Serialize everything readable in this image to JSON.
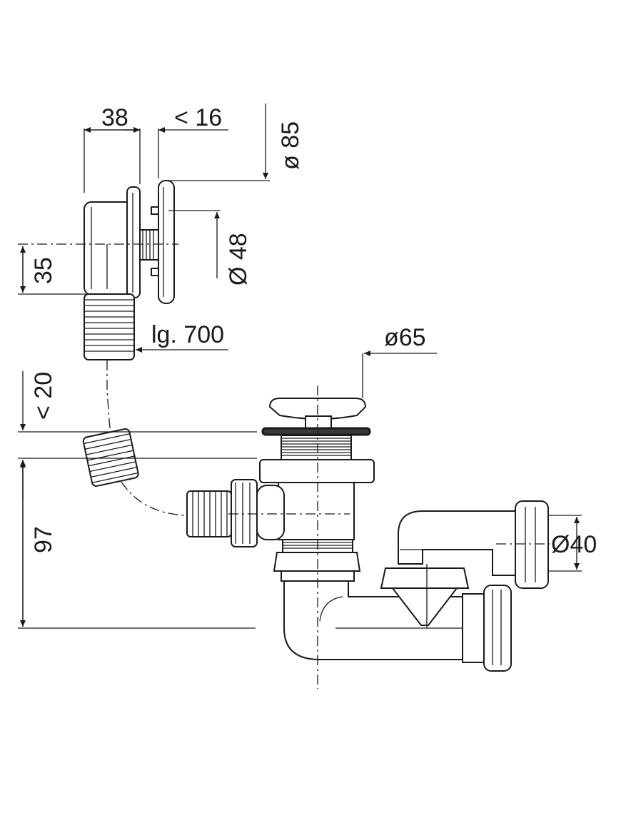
{
  "labels": {
    "dim_38": "38",
    "dim_lt16": "< 16",
    "dim_d85": "ø 85",
    "dim_d48": "Ø 48",
    "dim_35": "35",
    "dim_lg700": "lg. 700",
    "dim_d65": "ø65",
    "dim_lt20": "< 20",
    "dim_97": "97",
    "dim_d40": "Ø40"
  }
}
